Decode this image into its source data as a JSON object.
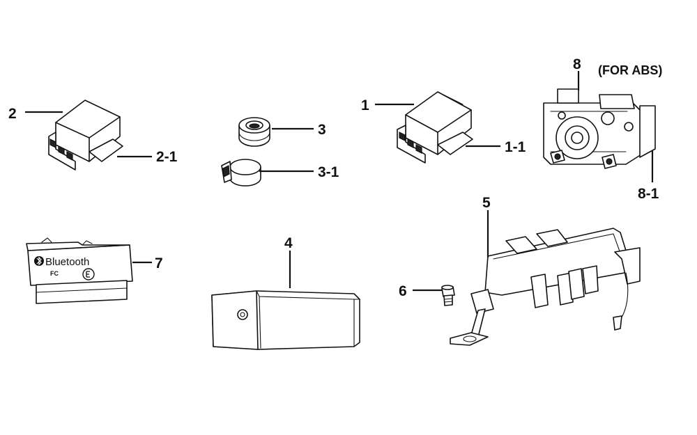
{
  "callouts": {
    "c1": "1",
    "c1_1": "1-1",
    "c2": "2",
    "c2_1": "2-1",
    "c3": "3",
    "c3_1": "3-1",
    "c4": "4",
    "c5": "5",
    "c6": "6",
    "c7": "7",
    "c8": "8",
    "c8_1": "8-1"
  },
  "notes": {
    "abs": "(FOR ABS)"
  },
  "bluetooth_module": {
    "label": "Bluetooth",
    "fc_mark": "FC"
  },
  "colors": {
    "ink": "#111111",
    "background": "#ffffff"
  }
}
